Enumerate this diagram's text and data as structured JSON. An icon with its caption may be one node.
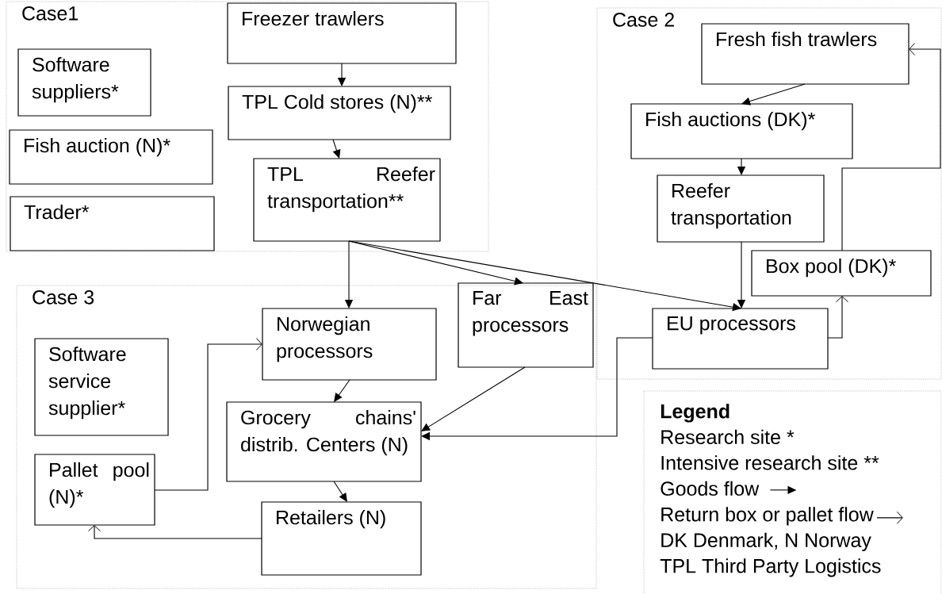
{
  "diagram": {
    "nodes": [
      {
        "text": [
          "Case1"
        ]
      },
      {
        "text": [
          "Software suppliers*"
        ],
        "in": 0
      },
      {
        "text": [
          "Fish auction (N)*"
        ],
        "in": 0
      },
      {
        "text": [
          "Trader*"
        ],
        "in": 0
      },
      {
        "text": [
          "Freezer trawlers"
        ],
        "in": 0
      },
      {
        "text": [
          "TPL Cold stores (N)**"
        ],
        "in": 0
      },
      {
        "text": [
          "TPL Reefer transportation**"
        ],
        "in": 0
      },
      {
        "text": [
          "Case 2"
        ]
      },
      {
        "text": [
          "Fresh fish trawlers"
        ],
        "in": 7
      },
      {
        "text": [
          "Fish auctions (DK)*"
        ],
        "in": 7
      },
      {
        "text": [
          "Reefer transportation"
        ],
        "in": 7
      },
      {
        "text": [
          "Box pool (DK)*"
        ],
        "in": 7
      },
      {
        "text": [
          "EU processors"
        ],
        "in": 7
      },
      {
        "text": [
          "Case 3"
        ]
      },
      {
        "text": [
          "Software service supplier*"
        ],
        "in": 13
      },
      {
        "text": [
          "Pallet pool (N)*"
        ],
        "in": 13
      },
      {
        "text": [
          "Norwegian processors"
        ],
        "in": 13
      },
      {
        "text": [
          "Far East processors"
        ],
        "in": 13
      },
      {
        "text": [
          "Grocery chains' distrib. Centers (N)"
        ],
        "in": 13
      },
      {
        "text": [
          "Retailers (N)"
        ],
        "in": 13
      }
    ],
    "edges": [
      {
        "from": 4,
        "to": 5,
        "arrow": "to"
      },
      {
        "from": 5,
        "to": 6,
        "arrow": "to"
      },
      {
        "from": 6,
        "to": 16,
        "arrow": "to"
      },
      {
        "from": 6,
        "to": 17,
        "arrow": "to"
      },
      {
        "from": 6,
        "to": 12,
        "arrow": "to"
      },
      {
        "from": 8,
        "to": 9,
        "arrow": "to"
      },
      {
        "from": 9,
        "to": 10,
        "arrow": "to"
      },
      {
        "from": 10,
        "to": 12,
        "arrow": "to"
      },
      {
        "from": 12,
        "to": 18,
        "arrow": "to"
      },
      {
        "from": 17,
        "to": 18,
        "arrow": "to"
      },
      {
        "from": 16,
        "to": 18,
        "arrow": "to"
      },
      {
        "from": 18,
        "to": 19,
        "arrow": "to"
      },
      {
        "from": 15,
        "to": 16,
        "arrow": "to"
      },
      {
        "from": 19,
        "to": 15,
        "arrow": "to"
      },
      {
        "from": 12,
        "to": 11,
        "arrow": "to"
      },
      {
        "from": 11,
        "to": 8,
        "arrow": "to"
      }
    ],
    "labels": [
      "Legend"
    ],
    "legend": [
      {
        "text": "Research site *"
      },
      {
        "text": "Intensive research site **"
      },
      {
        "text": "Goods flow"
      },
      {
        "text": "Return box or pallet flow"
      },
      {
        "text": "DK Denmark, N Norway"
      },
      {
        "text": "TPL Third Party Logistics"
      }
    ]
  }
}
